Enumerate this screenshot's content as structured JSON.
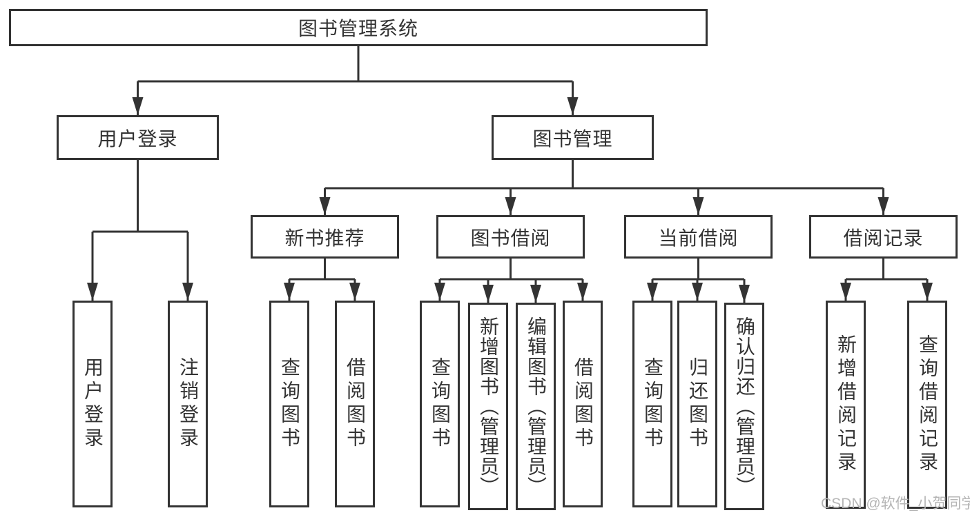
{
  "diagram": {
    "root": {
      "label": "图书管理系统"
    },
    "children": [
      {
        "label": "用户登录",
        "children": [
          {
            "label": "用户登录"
          },
          {
            "label": "注销登录"
          }
        ]
      },
      {
        "label": "图书管理",
        "children": [
          {
            "label": "新书推荐",
            "children": [
              {
                "label": "查询图书"
              },
              {
                "label": "借阅图书"
              }
            ]
          },
          {
            "label": "图书借阅",
            "children": [
              {
                "label": "查询图书"
              },
              {
                "label": "新增图书（管理员）"
              },
              {
                "label": "编辑图书（管理员）"
              },
              {
                "label": "借阅图书"
              }
            ]
          },
          {
            "label": "当前借阅",
            "children": [
              {
                "label": "查询图书"
              },
              {
                "label": "归还图书"
              },
              {
                "label": "确认归还（管理员）"
              }
            ]
          },
          {
            "label": "借阅记录",
            "children": [
              {
                "label": "新增借阅记录"
              },
              {
                "label": "查询借阅记录"
              }
            ]
          }
        ]
      }
    ]
  },
  "watermark": {
    "text": "CSDN @软件_小贺同学"
  },
  "colors": {
    "line": "#333333",
    "text": "#333333",
    "box_background": "#ffffff",
    "watermark": "#b5b5b5"
  }
}
